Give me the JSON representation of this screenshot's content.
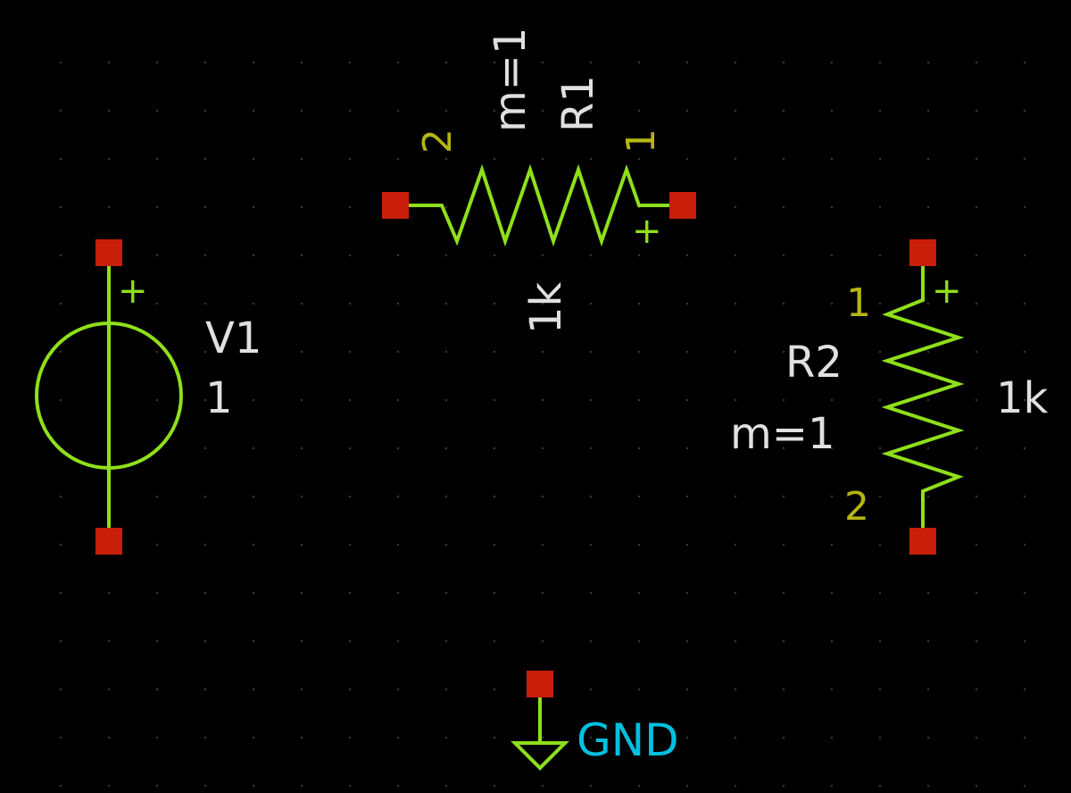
{
  "colors": {
    "background": "#000000",
    "wire": "#8fe01a",
    "pin": "#c81e0a",
    "label": "#e0e0e0",
    "pin_number": "#b5b514",
    "ground_label": "#00c0e0"
  },
  "components": {
    "v1": {
      "ref": "V1",
      "value": "1",
      "plus": "+"
    },
    "r1": {
      "ref": "R1",
      "value": "1k",
      "multiplier": "m=1",
      "pin1": "1",
      "pin2": "2",
      "plus": "+"
    },
    "r2": {
      "ref": "R2",
      "value": "1k",
      "multiplier": "m=1",
      "pin1": "1",
      "pin2": "2",
      "plus": "+"
    },
    "gnd": {
      "label": "GND"
    }
  }
}
